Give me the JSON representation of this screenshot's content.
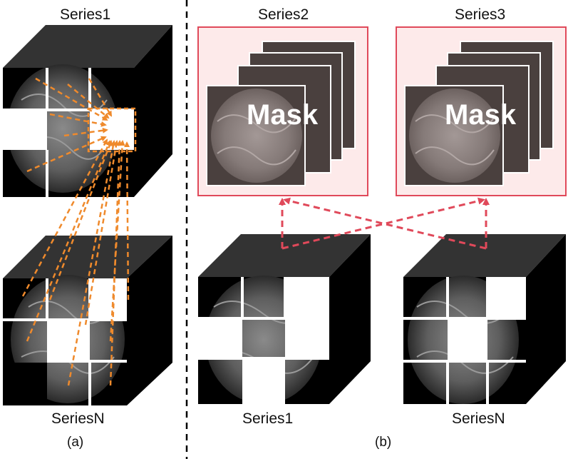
{
  "panel_a": {
    "top_series_label": "Series1",
    "bottom_series_label": "SeriesN",
    "caption": "(a)"
  },
  "panel_b": {
    "mask_series_left": "Series2",
    "mask_series_right": "Series3",
    "mask_label": "Mask",
    "bottom_left_label": "Series1",
    "bottom_right_label": "SeriesN",
    "caption": "(b)"
  },
  "colors": {
    "attention_arrows": "#ef8a2c",
    "mask_arrows": "#e0495a",
    "mask_frame": "#e0495a",
    "cube_face": "#000000",
    "cube_top": "#333333",
    "mask_card": "#4a403e"
  }
}
